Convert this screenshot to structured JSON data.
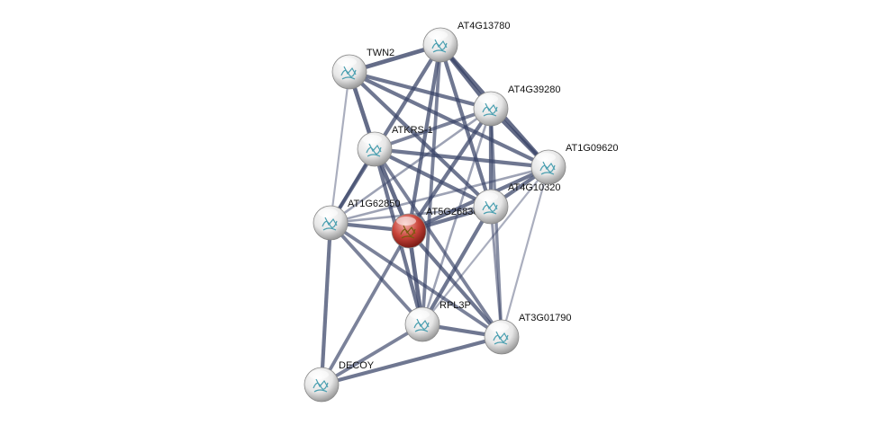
{
  "network": {
    "query_node": "AT5G26830",
    "colors": {
      "query": "#c0392b",
      "node": "#e8e8e8",
      "edge": "#3a4468"
    },
    "nodes": [
      {
        "id": "AT4G13780",
        "label": "AT4G13780"
      },
      {
        "id": "TWN2",
        "label": "TWN2"
      },
      {
        "id": "AT4G39280",
        "label": "AT4G39280"
      },
      {
        "id": "ATKRS-1",
        "label": "ATKRS-1"
      },
      {
        "id": "AT1G09620",
        "label": "AT1G09620"
      },
      {
        "id": "AT4G10320",
        "label": "AT4G10320"
      },
      {
        "id": "AT1G62850",
        "label": "AT1G62850"
      },
      {
        "id": "AT5G26830",
        "label": "AT5G26830"
      },
      {
        "id": "RPL3P",
        "label": "RPL3P"
      },
      {
        "id": "AT3G01790",
        "label": "AT3G01790"
      },
      {
        "id": "DECOY",
        "label": "DECOY"
      }
    ],
    "edges": [
      [
        "TWN2",
        "AT4G13780",
        0.9
      ],
      [
        "TWN2",
        "AT4G39280",
        0.8
      ],
      [
        "TWN2",
        "AT1G09620",
        0.8
      ],
      [
        "TWN2",
        "ATKRS-1",
        0.9
      ],
      [
        "TWN2",
        "AT4G10320",
        0.8
      ],
      [
        "TWN2",
        "AT1G62850",
        0.3
      ],
      [
        "AT4G13780",
        "AT4G39280",
        0.9
      ],
      [
        "AT4G13780",
        "AT1G09620",
        0.9
      ],
      [
        "AT4G13780",
        "AT1G62850",
        0.8
      ],
      [
        "AT4G13780",
        "AT5G26830",
        0.8
      ],
      [
        "AT4G13780",
        "AT4G10320",
        0.8
      ],
      [
        "AT4G13780",
        "RPL3P",
        0.7
      ],
      [
        "AT4G39280",
        "AT1G09620",
        0.9
      ],
      [
        "AT4G39280",
        "ATKRS-1",
        0.7
      ],
      [
        "AT4G39280",
        "AT5G26830",
        0.8
      ],
      [
        "AT4G39280",
        "AT4G10320",
        0.8
      ],
      [
        "AT4G39280",
        "AT3G01790",
        0.6
      ],
      [
        "AT4G39280",
        "AT1G62850",
        0.4
      ],
      [
        "AT4G39280",
        "RPL3P",
        0.4
      ],
      [
        "ATKRS-1",
        "AT1G09620",
        0.8
      ],
      [
        "ATKRS-1",
        "AT4G10320",
        0.8
      ],
      [
        "ATKRS-1",
        "AT5G26830",
        0.9
      ],
      [
        "ATKRS-1",
        "AT1G62850",
        0.6
      ],
      [
        "ATKRS-1",
        "RPL3P",
        0.8
      ],
      [
        "ATKRS-1",
        "AT3G01790",
        0.7
      ],
      [
        "AT1G09620",
        "AT4G10320",
        0.8
      ],
      [
        "AT1G09620",
        "AT5G26830",
        0.8
      ],
      [
        "AT1G09620",
        "AT1G62850",
        0.4
      ],
      [
        "AT1G09620",
        "RPL3P",
        0.3
      ],
      [
        "AT1G09620",
        "AT3G01790",
        0.3
      ],
      [
        "AT4G10320",
        "AT5G26830",
        0.8
      ],
      [
        "AT4G10320",
        "AT1G62850",
        0.4
      ],
      [
        "AT4G10320",
        "RPL3P",
        0.8
      ],
      [
        "AT4G10320",
        "AT3G01790",
        0.5
      ],
      [
        "AT1G62850",
        "AT5G26830",
        0.8
      ],
      [
        "AT1G62850",
        "RPL3P",
        0.7
      ],
      [
        "AT1G62850",
        "AT3G01790",
        0.7
      ],
      [
        "AT1G62850",
        "DECOY",
        0.8
      ],
      [
        "AT5G26830",
        "RPL3P",
        0.9
      ],
      [
        "AT5G26830",
        "AT3G01790",
        0.8
      ],
      [
        "AT5G26830",
        "DECOY",
        0.7
      ],
      [
        "RPL3P",
        "AT3G01790",
        0.8
      ],
      [
        "RPL3P",
        "DECOY",
        0.7
      ],
      [
        "AT3G01790",
        "DECOY",
        0.8
      ]
    ]
  }
}
